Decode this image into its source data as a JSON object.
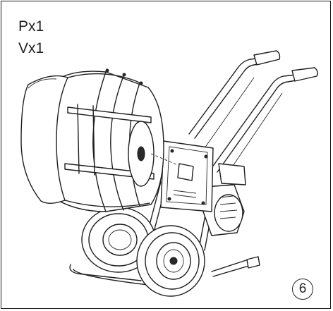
{
  "parts": [
    "Px1",
    "Vx1"
  ],
  "step_number": "6"
}
